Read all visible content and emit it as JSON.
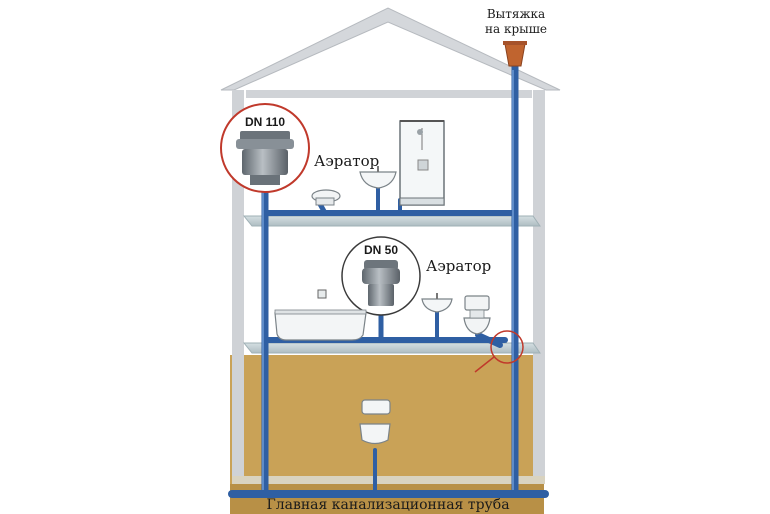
{
  "labels": {
    "roof_vent_line1": "Вытяжка",
    "roof_vent_line2": "на крыше",
    "aerator_large_size": "DN 110",
    "aerator_large_label": "Аэратор",
    "aerator_small_size": "DN 50",
    "aerator_small_label": "Аэратор",
    "main_pipe_label": "Главная канализационная труба"
  },
  "colors": {
    "pipe": "#2f5fa3",
    "pipe_light": "#4a7fc4",
    "soil": "#c9a257",
    "house_wall": "#c8cbd0",
    "floor_slab": "#b8c7cc",
    "highlight_circle": "#c0392b",
    "roof_cap": "#c0642f",
    "aerator_gray": "#7d858c"
  },
  "icons": [
    "shower-icon",
    "sink-icon",
    "bathtub-icon",
    "toilet-icon",
    "urinal-icon",
    "wall-socket-icon"
  ]
}
